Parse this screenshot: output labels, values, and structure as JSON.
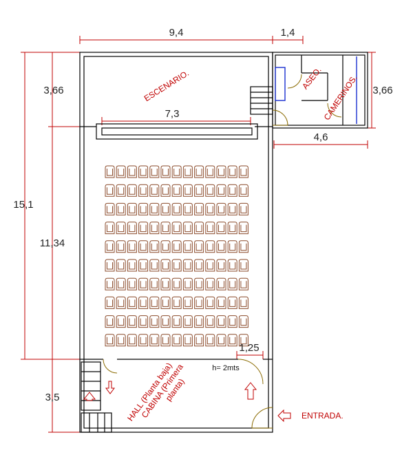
{
  "dimensions": {
    "top_width_main": "9,4",
    "top_width_right": "1,4",
    "stage_depth_left": "3,66",
    "stage_depth_right": "3,66",
    "stage_width": "7,3",
    "dressing_width": "4,6",
    "total_length": "15,1",
    "hall_length": "11,34",
    "lobby_length": "3,5",
    "aisle_width": "1,25",
    "ceiling_height": "h= 2mts"
  },
  "labels": {
    "stage": "ESCENARIO.",
    "restroom": "ASEO.",
    "dressing_rooms": "CAMERINOS.",
    "hall_line1": "HALL (Planta baja)",
    "hall_line2": "CABINA (Primera",
    "hall_line3": "planta)",
    "entrance": "ENTRADA."
  },
  "seating": {
    "rows": 10,
    "seats_per_row": 13
  },
  "colors": {
    "walls": "#000000",
    "dimension_lines": "#c00000",
    "seats": "#8a4a2a",
    "doors": "#8a6a00",
    "stage_curtain": "#1a2fd0"
  }
}
